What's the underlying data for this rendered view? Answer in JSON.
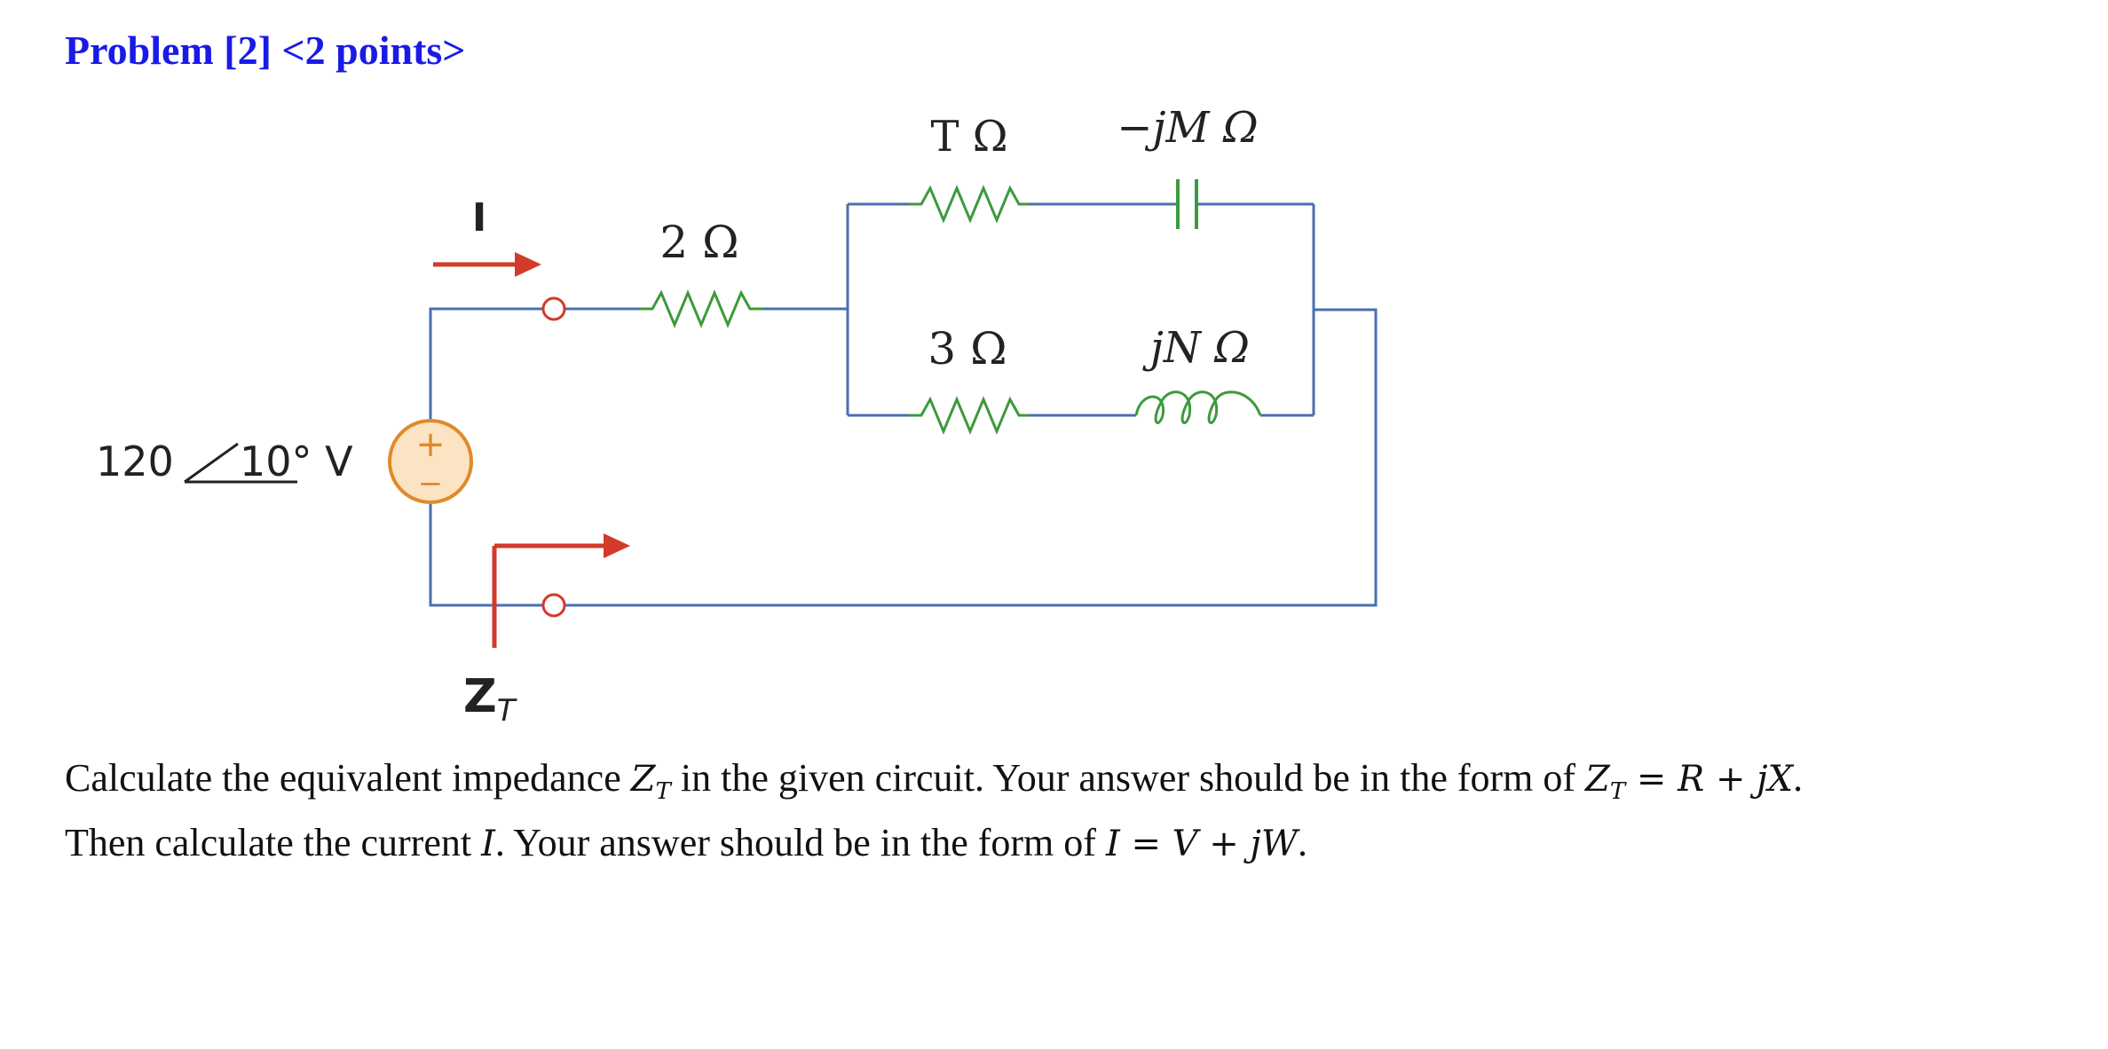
{
  "header": {
    "title": "Problem [2] <2 points>"
  },
  "circuit": {
    "source_label": "120",
    "source_angle": "10° V",
    "source_plus": "+",
    "source_minus": "−",
    "current_label": "I",
    "series_resistor": "2 Ω",
    "top_resistor": "T Ω",
    "top_capacitor": "−jM Ω",
    "bottom_resistor": "3 Ω",
    "bottom_inductor": "jN Ω",
    "impedance_label_main": "Z",
    "impedance_label_sub": "T",
    "colors": {
      "wire": "#4a6fb0",
      "component": "#3c9a3c",
      "arrow": "#d23a2a",
      "source_fill": "#fbe3c4",
      "source_stroke": "#e08a2a"
    }
  },
  "problem": {
    "line1_a": "Calculate the equivalent impedance ",
    "line1_var": "Z",
    "line1_var_sub": "T",
    "line1_b": " in the given circuit. Your answer should be in the form of ",
    "line1_eq_lhs": "Z",
    "line1_eq_lhs_sub": "T",
    "line1_eq_rhs": " = R + jX",
    "line1_end": ".",
    "line2_a": "Then calculate the current ",
    "line2_var": "I",
    "line2_b": ". Your answer should be in the form of ",
    "line2_eq": "I = V + jW",
    "line2_end": "."
  }
}
